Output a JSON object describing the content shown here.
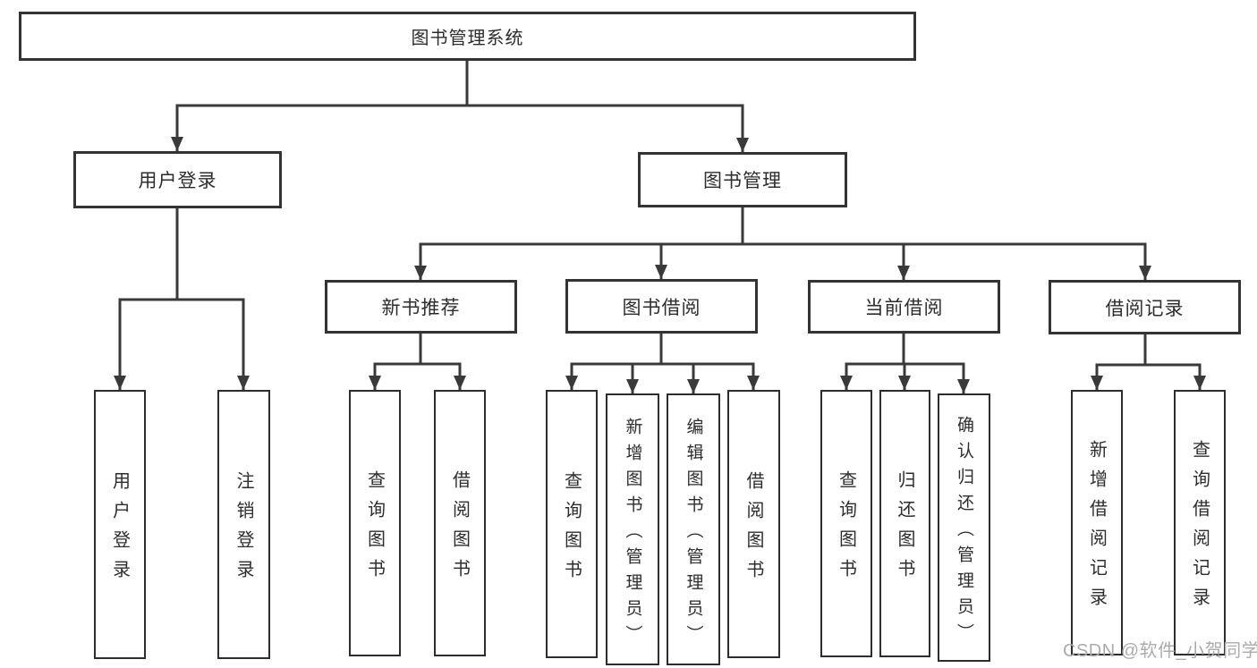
{
  "tree": {
    "root": "图书管理系统",
    "level1": [
      "用户登录",
      "图书管理"
    ],
    "level2": [
      "新书推荐",
      "图书借阅",
      "当前借阅",
      "借阅记录"
    ],
    "leaves": {
      "user_login": [
        "用户登录",
        "注销登录"
      ],
      "new_book_recommend": [
        "查询图书",
        "借阅图书"
      ],
      "book_borrowing": [
        "查询图书",
        "新增图书（管理员）",
        "编辑图书（管理员）",
        "借阅图书"
      ],
      "current_borrowing": [
        "查询图书",
        "归还图书",
        "确认归还（管理员）"
      ],
      "borrowing_records": [
        "新增借阅记录",
        "查询借阅记录"
      ]
    }
  },
  "watermark": {
    "text": "CSDN @软件_小贺同学",
    "color": "#ababab"
  },
  "colors": {
    "line": "#3a3a3a",
    "box_border": "#333333",
    "text": "#2d2d2d",
    "background": "#ffffff"
  }
}
